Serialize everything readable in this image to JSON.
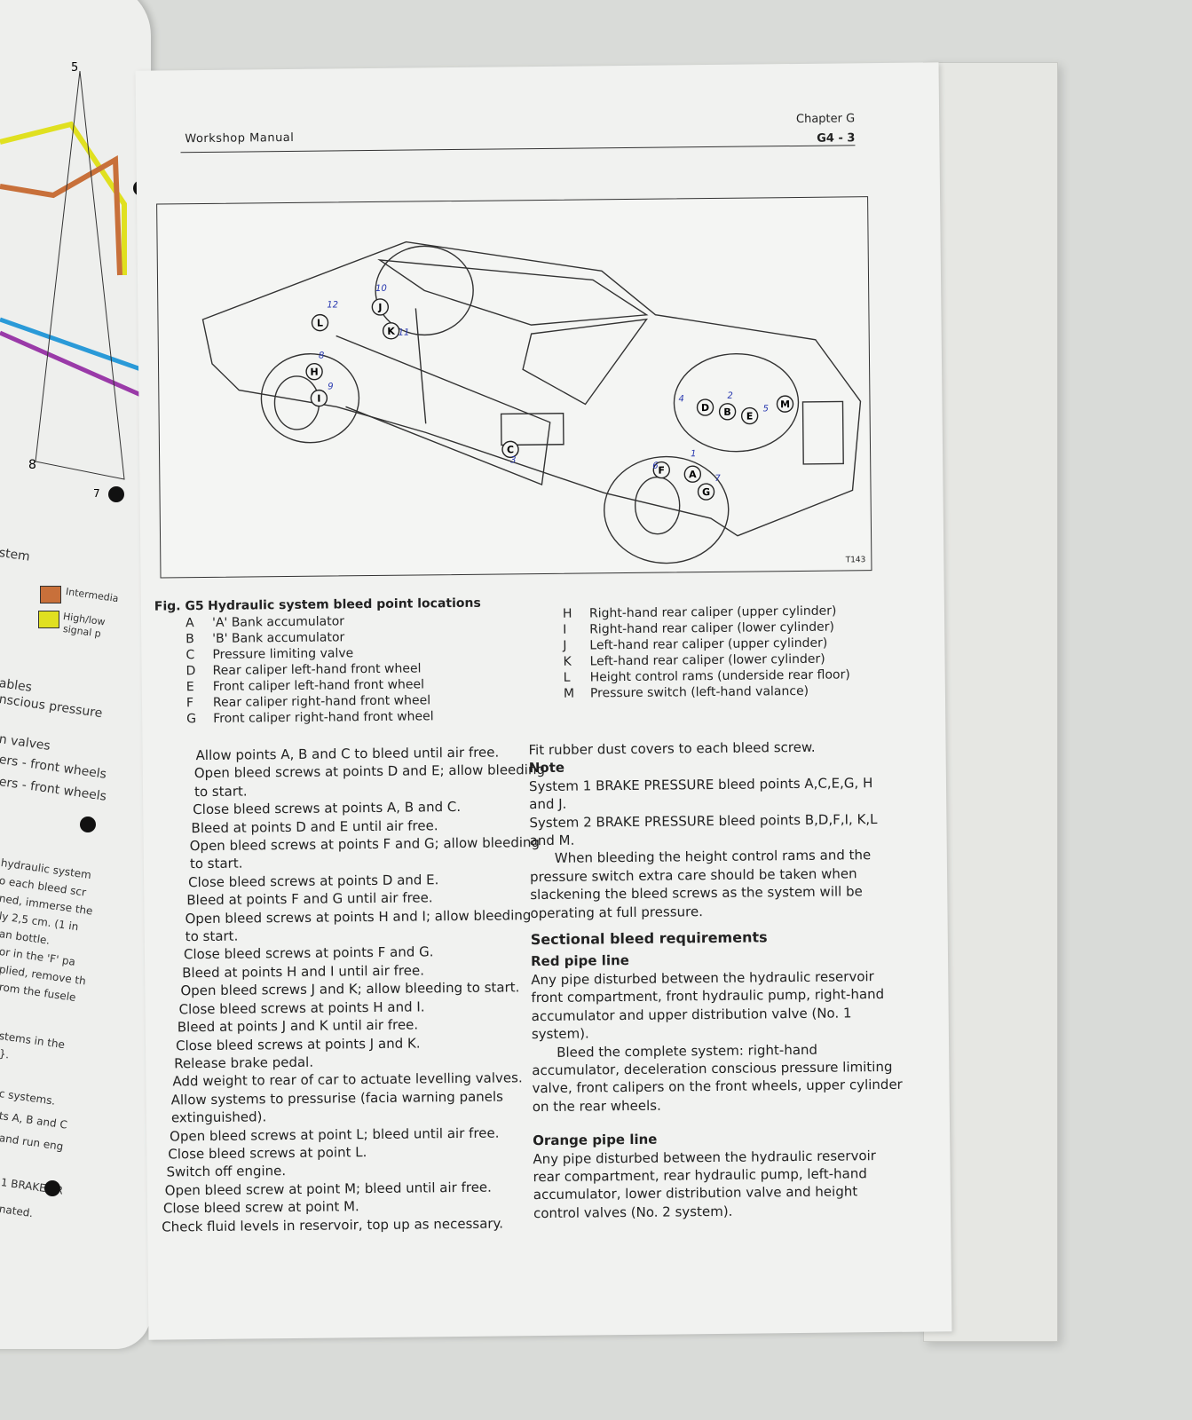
{
  "left_page": {
    "fragments": [
      "stem",
      "Intermedia",
      "High/low",
      "signal p",
      "ables",
      "nscious pressure",
      "n valves",
      "ers - front wheels",
      "ers - front wheels",
      "hydraulic system",
      "o each bleed scr",
      "ned, immerse the",
      "ly 2,5 cm. (1 in",
      "an bottle.",
      "or in the 'F' pa",
      "plied, remove th",
      "rom the fusele",
      "stems in the",
      "}.",
      "c systems.",
      "ts A, B and C",
      "and run eng",
      "1 BRAKE PR",
      "nated."
    ],
    "diagram_labels": [
      "5",
      "8",
      "7"
    ],
    "colors": {
      "orange": "#c8703a",
      "yellow": "#e0e020",
      "blue": "#2a9ad8",
      "purple": "#9a3aa8"
    }
  },
  "header": {
    "manual": "Workshop Manual",
    "chapter": "Chapter G",
    "page": "G4 - 3"
  },
  "figure": {
    "code": "T143",
    "callouts": [
      "A",
      "B",
      "C",
      "D",
      "E",
      "F",
      "G",
      "H",
      "I",
      "J",
      "K",
      "L",
      "M"
    ],
    "handwritten": [
      "1",
      "2",
      "3",
      "4",
      "5",
      "6",
      "7",
      "8",
      "9",
      "10",
      "11",
      "12"
    ]
  },
  "caption": {
    "number": "Fig. G5",
    "title": "Hydraulic system bleed point locations"
  },
  "legend_left": [
    {
      "key": "A",
      "text": "'A' Bank accumulator"
    },
    {
      "key": "B",
      "text": "'B' Bank accumulator"
    },
    {
      "key": "C",
      "text": "Pressure limiting valve"
    },
    {
      "key": "D",
      "text": "Rear caliper left-hand front wheel"
    },
    {
      "key": "E",
      "text": "Front caliper left-hand front wheel"
    },
    {
      "key": "F",
      "text": "Rear caliper right-hand front wheel"
    },
    {
      "key": "G",
      "text": "Front caliper right-hand front wheel"
    }
  ],
  "legend_right": [
    {
      "key": "H",
      "text": "Right-hand rear caliper (upper cylinder)"
    },
    {
      "key": "I",
      "text": "Right-hand rear caliper (lower cylinder)"
    },
    {
      "key": "J",
      "text": "Left-hand rear caliper (upper cylinder)"
    },
    {
      "key": "K",
      "text": "Left-hand rear caliper (lower cylinder)"
    },
    {
      "key": "L",
      "text": "Height control rams (underside rear floor)"
    },
    {
      "key": "M",
      "text": "Pressure switch (left-hand valance)"
    }
  ],
  "steps": [
    "Allow points A, B and C to bleed until air free.",
    "Open bleed screws at points D and E; allow bleeding to start.",
    "Close bleed screws at points A, B and C.",
    "Bleed at points D and E until air free.",
    "Open bleed screws at points F and G; allow bleeding to start.",
    "Close bleed screws at points D and E.",
    "Bleed at points F and G until air free.",
    "Open bleed screws at points H and I; allow bleeding to start.",
    "Close bleed screws at points F and G.",
    "Bleed at points H and I until air free.",
    "Open bleed screws J and K; allow bleeding to start.",
    "Close bleed screws at points H and I.",
    "Bleed at points J and K until air free.",
    "Close bleed screws at points J and K.",
    "Release brake pedal.",
    "Add weight to rear of car to actuate levelling valves.",
    "Allow systems to pressurise (facia warning panels extinguished).",
    "Open bleed screws at point L; bleed until air free.",
    "Close bleed screws at point L.",
    "Switch off engine.",
    "Open bleed screw at point M; bleed until air free.",
    "Close bleed screw at point M.",
    "Check fluid levels in reservoir, top up as necessary."
  ],
  "right_col": {
    "dust_covers": "Fit rubber dust covers to each bleed screw.",
    "note_heading": "Note",
    "system1": "System 1 BRAKE PRESSURE bleed points A,C,E,G, H and J.",
    "system2": "System 2 BRAKE PRESSURE bleed points B,D,F,I, K,L and M.",
    "caution": "When bleeding the height control rams and the pressure switch extra care should be taken when slackening the bleed screws as the system will be operating at full pressure.",
    "section_heading": "Sectional bleed requirements",
    "red_heading": "Red pipe line",
    "red_text": "Any pipe disturbed between the hydraulic reservoir front compartment, front hydraulic pump, right-hand accumulator and upper distribution valve (No. 1 system).",
    "red_bleed": "Bleed the complete system: right-hand accumulator, deceleration conscious pressure limiting valve, front calipers on the front wheels, upper cylinder on the rear wheels.",
    "orange_heading": "Orange pipe line",
    "orange_text": "Any pipe disturbed between the hydraulic reservoir rear compartment, rear hydraulic pump, left-hand accumulator, lower distribution valve and height control valves (No. 2 system)."
  }
}
